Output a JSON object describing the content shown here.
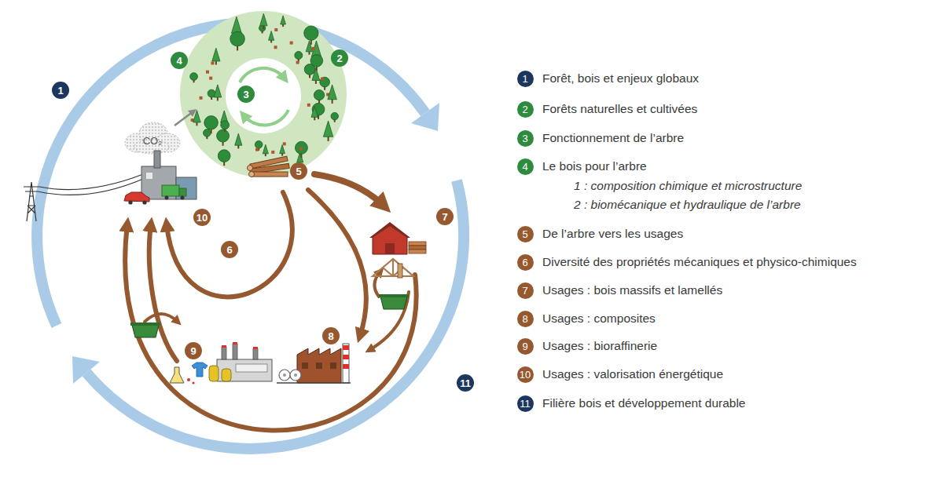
{
  "diagram": {
    "labels": [
      "1",
      "2",
      "3",
      "4",
      "5",
      "6",
      "7",
      "8",
      "9",
      "10",
      "11",
      "CO₂",
      "1",
      "2",
      "3",
      "4",
      "5",
      "6",
      "7",
      "8",
      "9",
      "10",
      "11",
      "1 : composition chimique et microstructure",
      "2 : biomécanique et hydraulique de l’arbre"
    ],
    "legend": [
      {
        "text": "Forêt, bois et enjeux globaux",
        "color": "#1c375e"
      },
      {
        "text": "Forêts naturelles et cultivées",
        "color": "#2e8b3e"
      },
      {
        "text": "Fonctionnement de l’arbre",
        "color": "#2e8b3e"
      },
      {
        "text": "Le bois pour l’arbre",
        "color": "#2e8b3e"
      },
      {
        "text": "De l’arbre vers les usages",
        "color": "#96592f"
      },
      {
        "text": "Diversité des propriétés mécaniques et physico-chimiques",
        "color": "#96592f"
      },
      {
        "text": "Usages : bois massifs et lamellés",
        "color": "#96592f"
      },
      {
        "text": "Usages : composites",
        "color": "#96592f"
      },
      {
        "text": "Usages : bioraffinerie",
        "color": "#96592f"
      },
      {
        "text": "Usages : valorisation énergétique",
        "color": "#96592f"
      },
      {
        "text": "Filière bois et développement durable",
        "color": "#1c375e"
      }
    ]
  }
}
